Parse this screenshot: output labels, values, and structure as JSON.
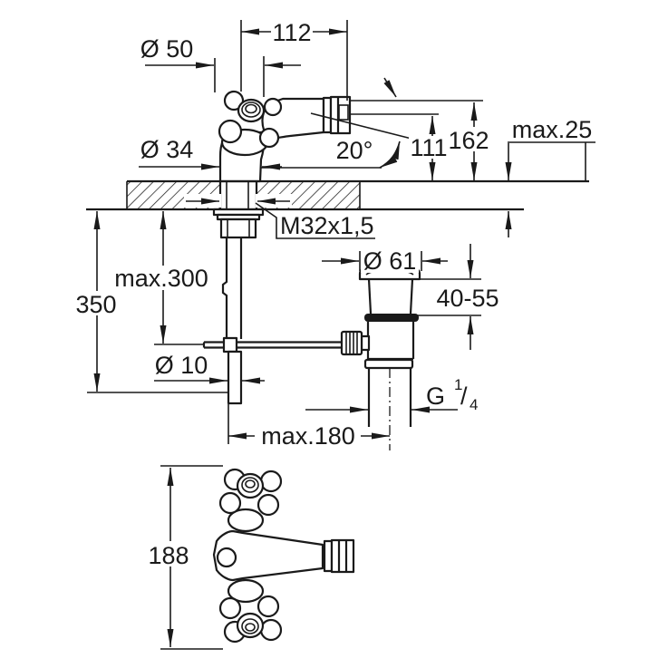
{
  "colors": {
    "line": "#1a1a1a",
    "background": "#ffffff"
  },
  "labels": {
    "rosette_diameter": "Ø 50",
    "spout_reach": "112",
    "body_diameter": "Ø 34",
    "spout_angle": "20°",
    "outlet_height": "111",
    "overall_height": "162",
    "deck_thickness_max": "max.25",
    "mounting_thread": "M32x1,5",
    "hose_projection_max": "max.300",
    "below_deck_height": "350",
    "waste_flange_diameter": "Ø 61",
    "clamping_range": "40-55",
    "pop_up_rod_diameter": "Ø 10",
    "rod_horizontal_max": "max.180",
    "top_view_length": "188",
    "waste_thread": {
      "g": "G",
      "numerator": "1",
      "slash": "/",
      "denominator": "4"
    }
  }
}
